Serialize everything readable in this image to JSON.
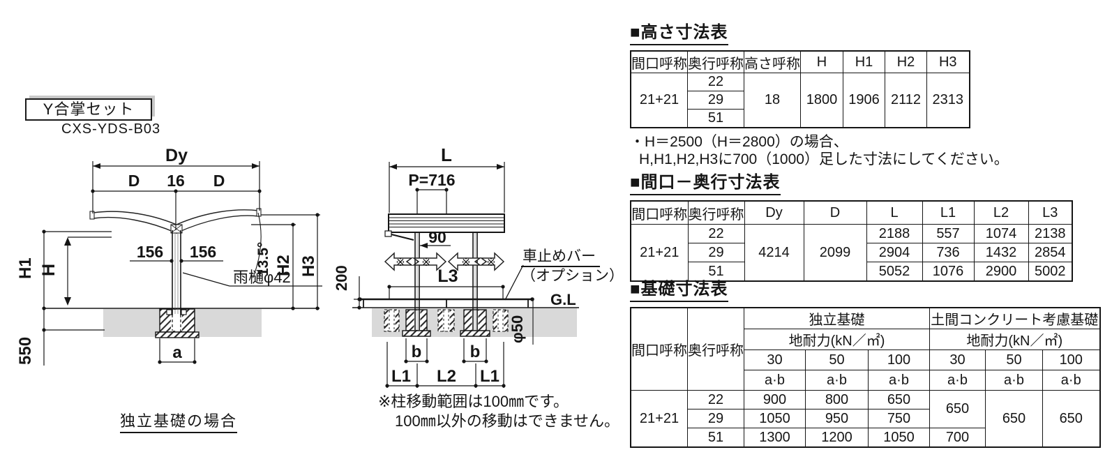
{
  "product": {
    "name": "Y合掌セット",
    "model": "CXS-YDS-B03"
  },
  "front_view": {
    "dy": "Dy",
    "d_left": "D",
    "gap": "16",
    "d_right": "D",
    "off_left": "156",
    "off_right": "156",
    "gutter_label": "雨樋φ42",
    "angle": "13.5°",
    "h1": "H1",
    "h": "H",
    "h2": "H2",
    "h3": "H3",
    "depth_550": "550",
    "a": "a",
    "caption": "独立基礎の場合"
  },
  "side_view": {
    "l": "L",
    "p": "P=716",
    "bracket_90": "90",
    "move_mark": "※",
    "l3": "L3",
    "bar_200": "200",
    "gl": "G.L",
    "phi50": "φ50",
    "b": "b",
    "l1_left": "L1",
    "l2": "L2",
    "l1_right": "L1",
    "car_stop_line1": "車止めバー",
    "car_stop_line2": "（オプション）",
    "note1": "※柱移動範囲は100㎜です。",
    "note2": "100㎜以外の移動はできません。"
  },
  "height_table": {
    "title": "■高さ寸法表",
    "headers": [
      "間口呼称",
      "奥行呼称",
      "高さ呼称",
      "H",
      "H1",
      "H2",
      "H3"
    ],
    "frontage": "21+21",
    "depths": [
      "22",
      "29",
      "51"
    ],
    "height_code": "18",
    "values": {
      "h": "1800",
      "h1": "1906",
      "h2": "2112",
      "h3": "2313"
    },
    "note1": "・H＝2500（H＝2800）の場合、",
    "note2": "H,H1,H2,H3に700（1000）足した寸法にしてください。"
  },
  "span_table": {
    "title": "■間口－奥行寸法表",
    "headers": [
      "間口呼称",
      "奥行呼称",
      "Dy",
      "D",
      "L",
      "L1",
      "L2",
      "L3"
    ],
    "frontage": "21+21",
    "dy": "4214",
    "d": "2099",
    "rows": [
      {
        "depth": "22",
        "l": "2188",
        "l1": "557",
        "l2": "1074",
        "l3": "2138"
      },
      {
        "depth": "29",
        "l": "2904",
        "l1": "736",
        "l2": "1432",
        "l3": "2854"
      },
      {
        "depth": "51",
        "l": "5052",
        "l1": "1076",
        "l2": "2900",
        "l3": "5002"
      }
    ]
  },
  "foundation_table": {
    "title": "■基礎寸法表",
    "col_frontage": "間口呼称",
    "col_depth": "奥行呼称",
    "group_independent": "独立基礎",
    "group_slab": "土間コンクリート考慮基礎",
    "bearing_label": "地耐力(kN／㎡)",
    "loads": [
      "30",
      "50",
      "100"
    ],
    "ab_label": "a·b",
    "frontage": "21+21",
    "rows": [
      {
        "depth": "22",
        "v30": "900",
        "v50": "800",
        "v100": "650"
      },
      {
        "depth": "29",
        "v30": "1050",
        "v50": "950",
        "v100": "750"
      },
      {
        "depth": "51",
        "v30": "1300",
        "v50": "1200",
        "v100": "1050"
      }
    ],
    "slab30_upper": "650",
    "slab30_lower": "700",
    "slab50": "650",
    "slab100": "650"
  }
}
